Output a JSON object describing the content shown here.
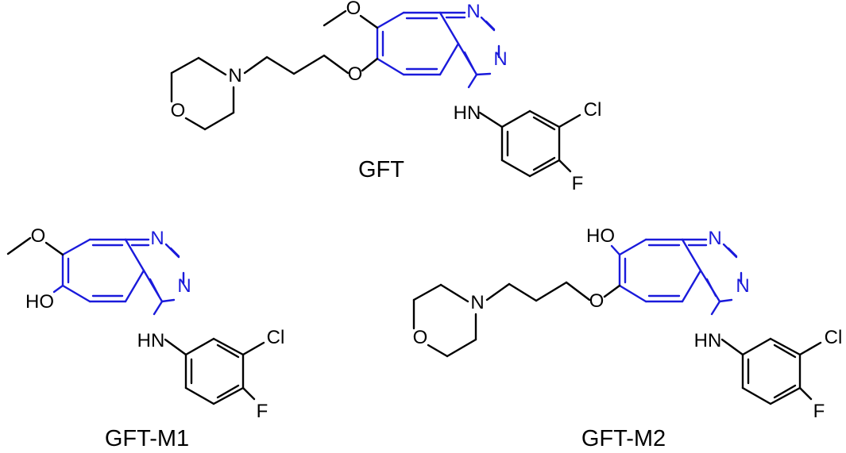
{
  "colors": {
    "scaffold": "#1a1adb",
    "bond": "#000000",
    "background": "#ffffff"
  },
  "atoms": {
    "N": "N",
    "O": "O",
    "HN": "HN",
    "HO": "HO",
    "Cl": "Cl",
    "F": "F"
  },
  "molecules": [
    {
      "id": "gft",
      "name": "GFT"
    },
    {
      "id": "gft-m1",
      "name": "GFT-M1"
    },
    {
      "id": "gft-m2",
      "name": "GFT-M2"
    }
  ]
}
